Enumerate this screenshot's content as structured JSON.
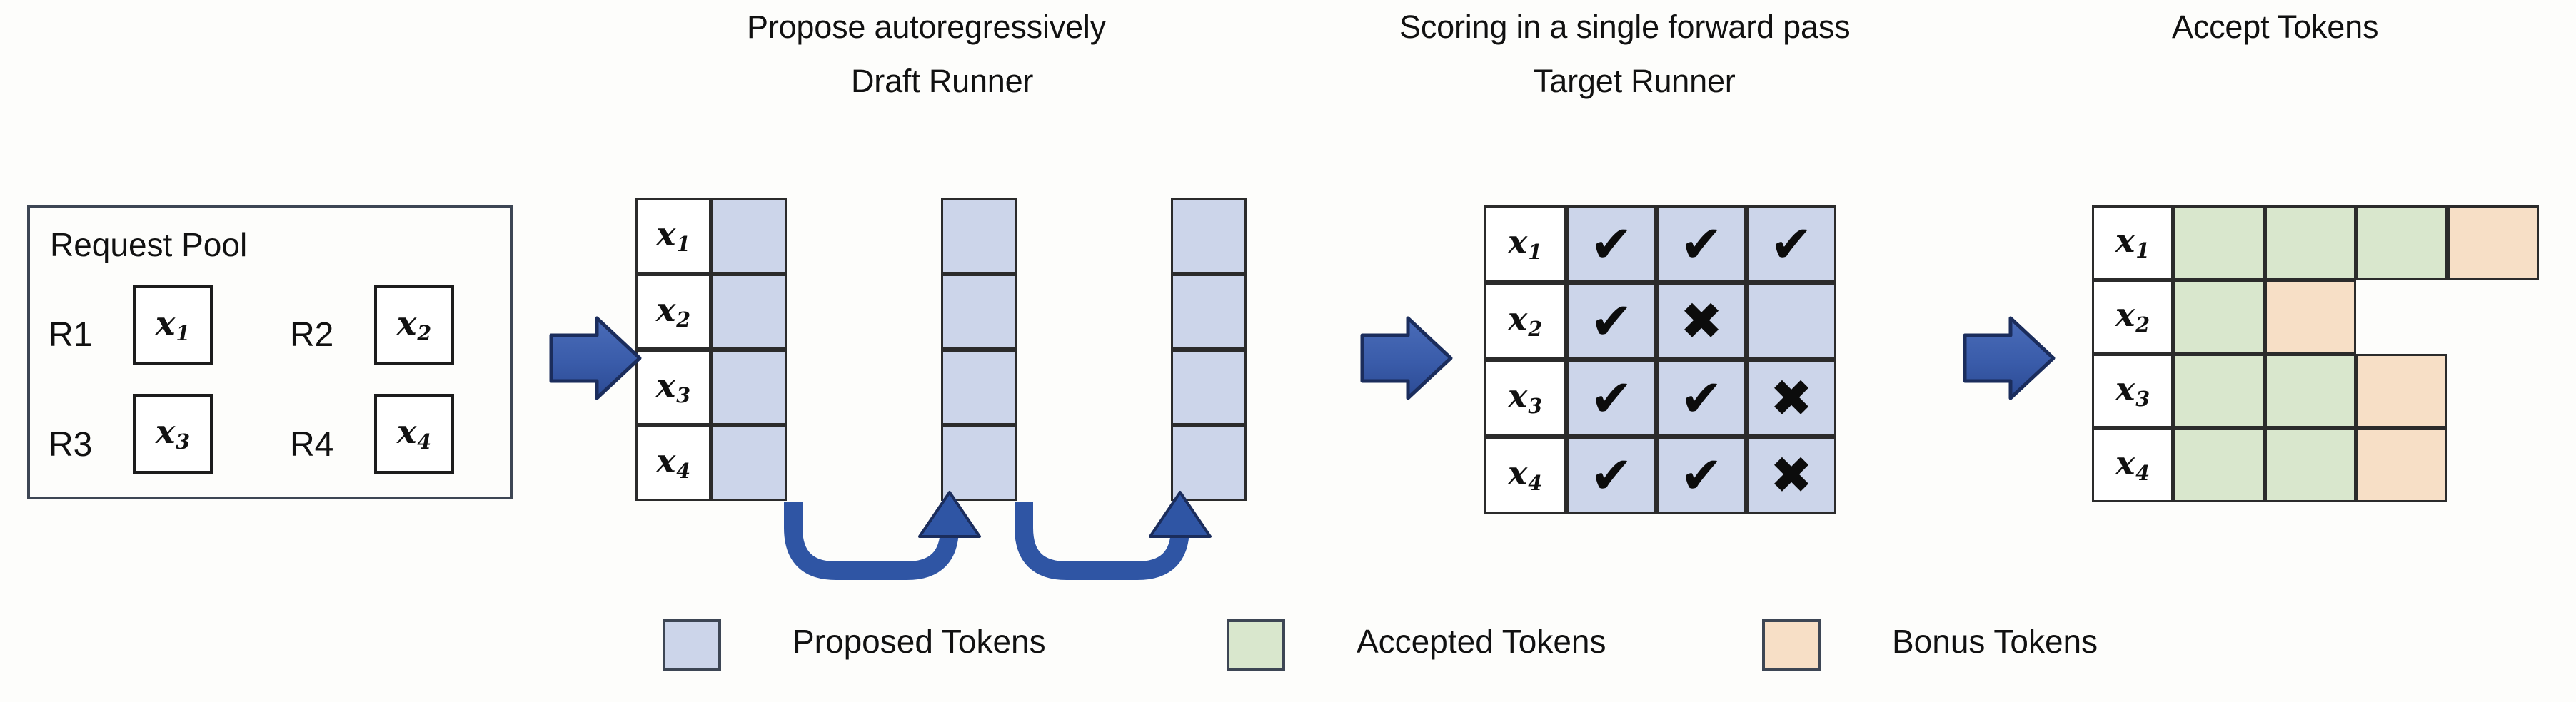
{
  "figure": {
    "headings": {
      "propose": "Propose autoregressively",
      "draft_runner": "Draft Runner",
      "scoring": "Scoring in a single forward pass",
      "target_runner": "Target Runner",
      "accept_tokens": "Accept Tokens"
    },
    "colors": {
      "proposed": "#ccd5ea",
      "accepted": "#d9e7cd",
      "bonus": "#f7dfc6",
      "arrow": "#3a5caa",
      "arrow_dark": "#22407e",
      "border": "#2b2b2b",
      "panel_border": "#3d4654"
    }
  },
  "request_pool": {
    "title": "Request Pool",
    "requests": [
      {
        "id": "R1",
        "token_base": "x",
        "token_sub": "1"
      },
      {
        "id": "R2",
        "token_base": "x",
        "token_sub": "2"
      },
      {
        "id": "R3",
        "token_base": "x",
        "token_sub": "3"
      },
      {
        "id": "R4",
        "token_base": "x",
        "token_sub": "4"
      }
    ]
  },
  "draft_runner": {
    "rows": [
      {
        "token_base": "x",
        "token_sub": "1"
      },
      {
        "token_base": "x",
        "token_sub": "2"
      },
      {
        "token_base": "x",
        "token_sub": "3"
      },
      {
        "token_base": "x",
        "token_sub": "4"
      }
    ],
    "steps": 3,
    "cell_fill": "proposed",
    "loop_arrows": 2
  },
  "target_runner": {
    "rows": [
      {
        "token_base": "x",
        "token_sub": "1",
        "marks": [
          "check",
          "check",
          "check"
        ]
      },
      {
        "token_base": "x",
        "token_sub": "2",
        "marks": [
          "check",
          "cross",
          ""
        ]
      },
      {
        "token_base": "x",
        "token_sub": "3",
        "marks": [
          "check",
          "check",
          "cross"
        ]
      },
      {
        "token_base": "x",
        "token_sub": "4",
        "marks": [
          "check",
          "check",
          "cross"
        ]
      }
    ],
    "glyphs": {
      "check": "✔",
      "cross": "✖"
    }
  },
  "accept_tokens": {
    "rows": [
      {
        "token_base": "x",
        "token_sub": "1",
        "cells": [
          "accepted",
          "accepted",
          "accepted",
          "bonus"
        ]
      },
      {
        "token_base": "x",
        "token_sub": "2",
        "cells": [
          "accepted",
          "bonus"
        ]
      },
      {
        "token_base": "x",
        "token_sub": "3",
        "cells": [
          "accepted",
          "accepted",
          "bonus"
        ]
      },
      {
        "token_base": "x",
        "token_sub": "4",
        "cells": [
          "accepted",
          "accepted",
          "bonus"
        ]
      }
    ]
  },
  "legend": [
    {
      "key": "proposed",
      "label": "Proposed Tokens",
      "color": "#ccd5ea"
    },
    {
      "key": "accepted",
      "label": "Accepted Tokens",
      "color": "#d9e7cd"
    },
    {
      "key": "bonus",
      "label": "Bonus Tokens",
      "color": "#f7dfc6"
    }
  ],
  "flow_arrows": 3
}
